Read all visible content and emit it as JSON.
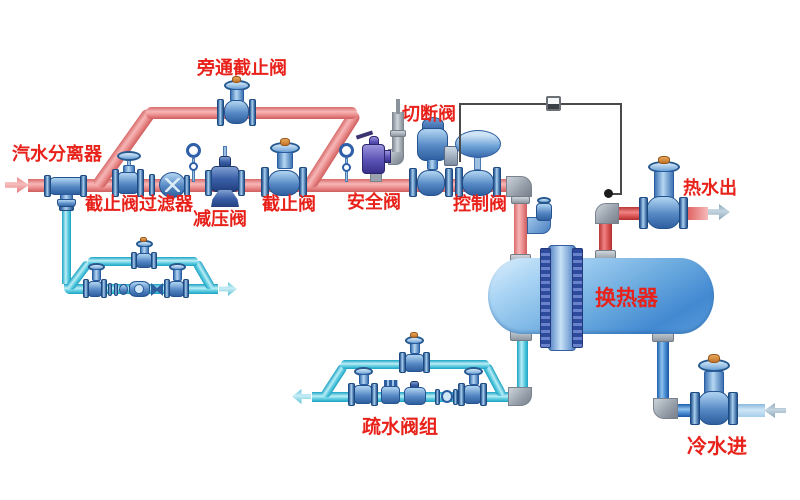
{
  "labels": {
    "separator": "汽水分离器",
    "stop_filter": "截止阀过滤器",
    "prv": "减压阀",
    "bypass_stop": "旁通截止阀",
    "stop": "截止阀",
    "safety": "安全阀",
    "cutoff": "切断阀",
    "control": "控制阀",
    "exchanger": "换热器",
    "hot_out": "热水出",
    "cold_in": "冷水进",
    "trap_group": "疏水阀组"
  },
  "icons": {
    "steam_inlet_arrow": "arrow-right",
    "condensate_out_arrow": "arrow-right",
    "trap_out_arrow": "arrow-left",
    "hot_water_out_arrow": "arrow-right",
    "cold_water_in_arrow": "arrow-left"
  },
  "colors": {
    "steam_pipe": "#ee9595",
    "hot_water_pipe": "#d94545",
    "condensate_pipe": "#3fbdd6",
    "cold_water_pipe": "#2a72c8",
    "label_text": "#e8221a",
    "sensor_line": "#4a4a4a",
    "valve_steel": "#5588c4",
    "safety_valve": "#5a52b4"
  }
}
